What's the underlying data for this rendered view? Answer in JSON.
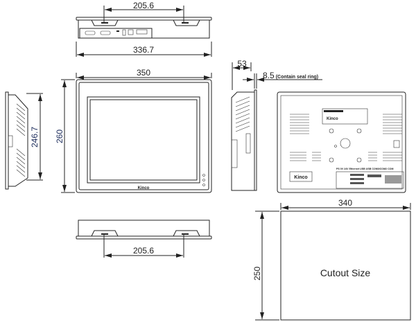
{
  "dimensions": {
    "top_mount_spacing": "205.6",
    "top_width": "336.7",
    "front_width": "350",
    "front_height": "260",
    "side_height": "246.7",
    "depth": "53",
    "seal": "8.5",
    "seal_note": "(Contain seal ring)",
    "bottom_mount_spacing": "205.6",
    "cutout_width": "340",
    "cutout_height": "250"
  },
  "labels": {
    "front_brand": "Kinco",
    "back_brand": "Kinco",
    "label_brand": "Kinco",
    "ports": "PS 0V 24V  Ethernet  USB  USB   COM0/COM2     COM",
    "cutout": "Cutout Size"
  },
  "colors": {
    "line": "#222222",
    "dim_blue": "#1a2a5a"
  }
}
